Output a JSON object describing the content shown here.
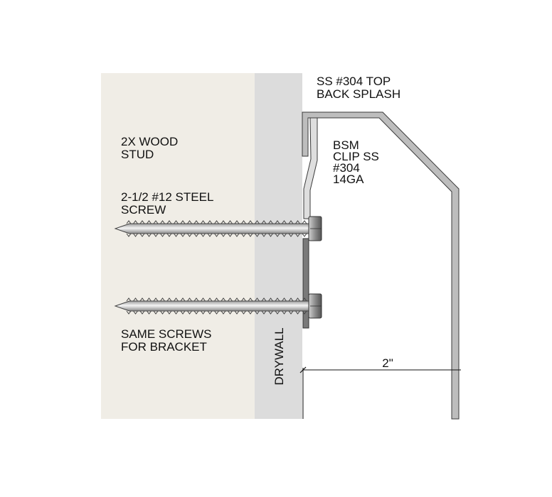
{
  "labels": {
    "splash": [
      "SS #304 TOP",
      "BACK SPLASH"
    ],
    "stud": [
      "2X WOOD",
      "STUD"
    ],
    "screw": [
      "2-1/2 #12 STEEL",
      "SCREW"
    ],
    "clip": [
      "BSM",
      "CLIP SS",
      "#304",
      "14GA"
    ],
    "bracket": [
      "SAME SCREWS",
      "FOR BRACKET"
    ],
    "drywall": "DRYWALL",
    "dimension": "2\""
  },
  "colors": {
    "stud": "#f0ede6",
    "drywall": "#dcdcdc",
    "steel": "#bdbdbd",
    "bracket": "#7a7a7a",
    "outline": "#3a3a3a"
  }
}
